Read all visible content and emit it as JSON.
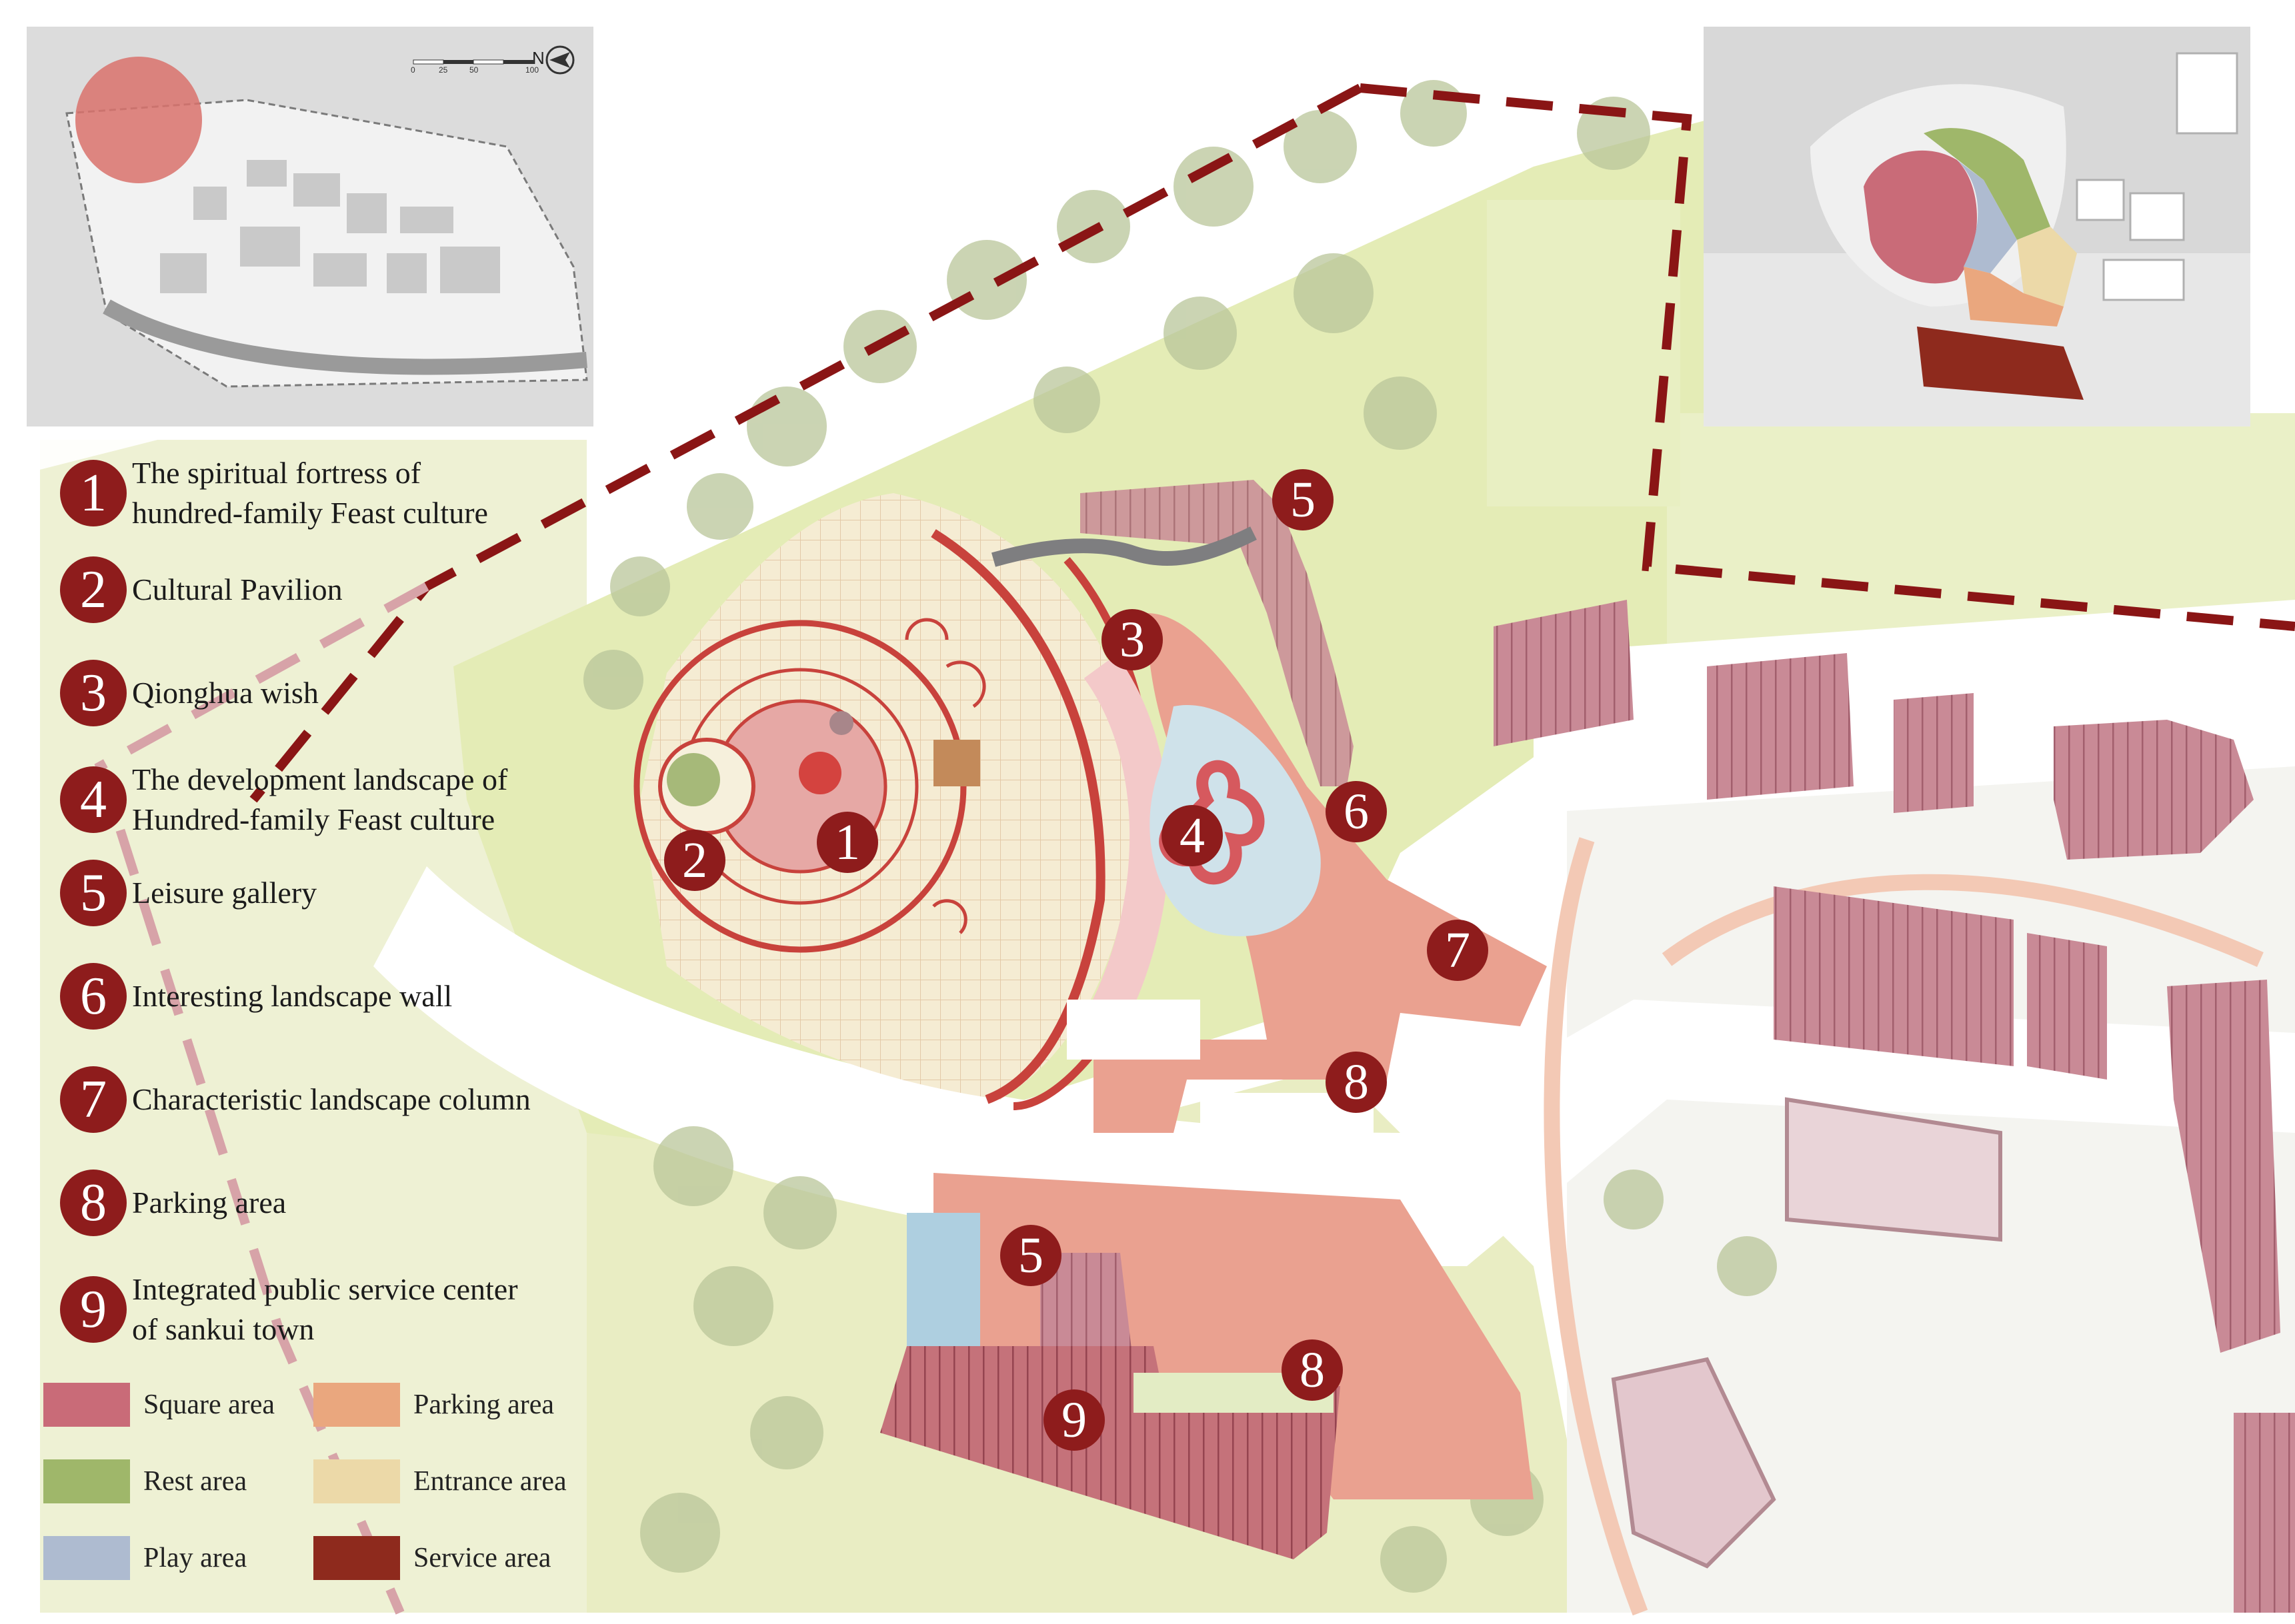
{
  "legend": [
    {
      "num": "1",
      "lines": [
        "The spiritual fortress of",
        "hundred-family Feast culture"
      ]
    },
    {
      "num": "2",
      "lines": [
        "Cultural Pavilion"
      ]
    },
    {
      "num": "3",
      "lines": [
        "Qionghua wish"
      ]
    },
    {
      "num": "4",
      "lines": [
        "The development landscape of",
        "Hundred-family Feast culture"
      ]
    },
    {
      "num": "5",
      "lines": [
        "Leisure gallery"
      ]
    },
    {
      "num": "6",
      "lines": [
        "Interesting landscape wall"
      ]
    },
    {
      "num": "7",
      "lines": [
        "Characteristic landscape column"
      ]
    },
    {
      "num": "8",
      "lines": [
        "Parking area"
      ]
    },
    {
      "num": "9",
      "lines": [
        "Integrated public service center",
        "of sankui town"
      ]
    }
  ],
  "area_keys": [
    {
      "label": "Square area",
      "color": "#c96b78"
    },
    {
      "label": "Parking area",
      "color": "#eaa77e"
    },
    {
      "label": "Rest area",
      "color": "#9fb76a"
    },
    {
      "label": "Entrance area",
      "color": "#ecd9a8"
    },
    {
      "label": "Play area",
      "color": "#aebbd0"
    },
    {
      "label": "Service area",
      "color": "#8e2a1d"
    }
  ],
  "map_labels": [
    "1",
    "2",
    "3",
    "4",
    "5",
    "6",
    "7",
    "8",
    "5",
    "8",
    "9"
  ],
  "locator_map": {
    "north_label": "N",
    "scale_ticks": [
      "0",
      "25",
      "50",
      "100"
    ]
  },
  "colors": {
    "badge": "#8e1c1c",
    "boundary": "#8a1515",
    "grass": "#e8ecb8",
    "paving": "#eaa190",
    "building": "#c98a96"
  }
}
